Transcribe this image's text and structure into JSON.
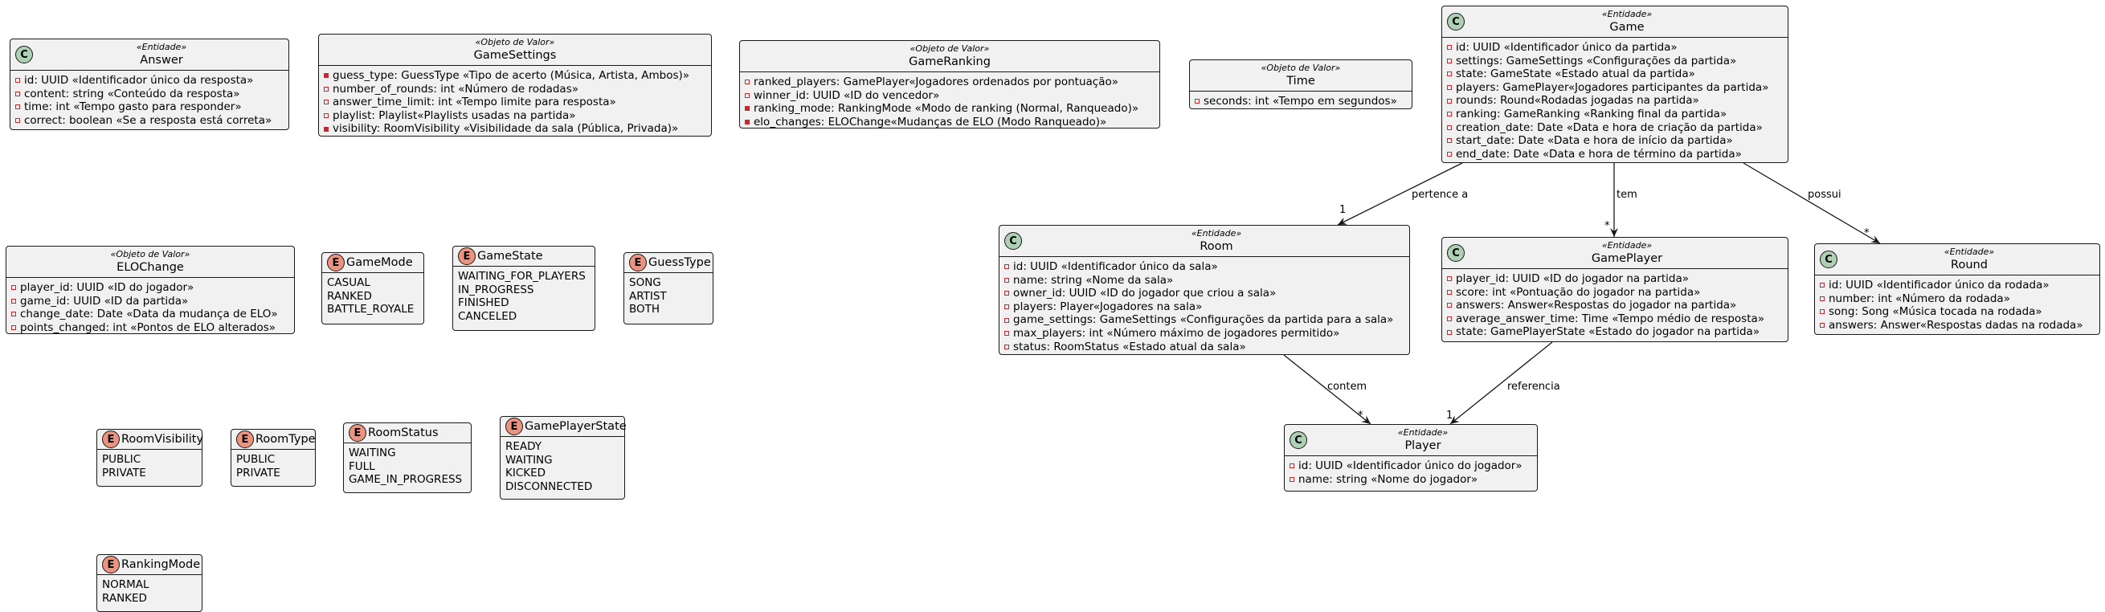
{
  "classes": {
    "answer": {
      "stereotype": "«Entidade»",
      "name": "Answer",
      "fields": [
        "id: UUID «Identificador único da resposta»",
        "content: string «Conteúdo da resposta»",
        "time: int «Tempo gasto para responder»",
        "correct: boolean «Se a resposta está correta»"
      ]
    },
    "game_settings": {
      "stereotype": "«Objeto de Valor»",
      "name": "GameSettings",
      "fields": [
        "guess_type: GuessType «Tipo de acerto (Música, Artista, Ambos)»",
        "number_of_rounds: int «Número de rodadas»",
        "answer_time_limit: int «Tempo limite para resposta»",
        "playlist: Playlist«Playlists usadas na partida»",
        "visibility: RoomVisibility «Visibilidade da sala (Pública, Privada)»"
      ]
    },
    "game_ranking": {
      "stereotype": "«Objeto de Valor»",
      "name": "GameRanking",
      "fields": [
        "ranked_players: GamePlayer«Jogadores ordenados por pontuação»",
        "winner_id: UUID «ID do vencedor»",
        "ranking_mode: RankingMode «Modo de ranking (Normal, Ranqueado)»",
        "elo_changes: ELOChange«Mudanças de ELO (Modo Ranqueado)»"
      ]
    },
    "time": {
      "stereotype": "«Objeto de Valor»",
      "name": "Time",
      "fields": [
        "seconds: int «Tempo em segundos»"
      ]
    },
    "game": {
      "stereotype": "«Entidade»",
      "name": "Game",
      "fields": [
        "id: UUID «Identificador único da partida»",
        "settings: GameSettings «Configurações da partida»",
        "state: GameState «Estado atual da partida»",
        "players: GamePlayer«Jogadores participantes da partida»",
        "rounds: Round«Rodadas jogadas na partida»",
        "ranking: GameRanking «Ranking final da partida»",
        "creation_date: Date «Data e hora de criação da partida»",
        "start_date: Date «Data e hora de início da partida»",
        "end_date: Date «Data e hora de término da partida»"
      ]
    },
    "elo_change": {
      "stereotype": "«Objeto de Valor»",
      "name": "ELOChange",
      "fields": [
        "player_id: UUID «ID do jogador»",
        "game_id: UUID «ID da partida»",
        "change_date: Date «Data da mudança de ELO»",
        "points_changed: int «Pontos de ELO alterados»"
      ]
    },
    "room": {
      "stereotype": "«Entidade»",
      "name": "Room",
      "fields": [
        "id: UUID «Identificador único da sala»",
        "name: string «Nome da sala»",
        "owner_id: UUID «ID do jogador que criou a sala»",
        "players: Player«Jogadores na sala»",
        "game_settings: GameSettings «Configurações da partida para a sala»",
        "max_players: int «Número máximo de jogadores permitido»",
        "status: RoomStatus «Estado atual da sala»"
      ]
    },
    "game_player": {
      "stereotype": "«Entidade»",
      "name": "GamePlayer",
      "fields": [
        "player_id: UUID «ID do jogador na partida»",
        "score: int «Pontuação do jogador na partida»",
        "answers: Answer«Respostas do jogador na partida»",
        "average_answer_time: Time «Tempo médio de resposta»",
        "state: GamePlayerState «Estado do jogador na partida»"
      ]
    },
    "round": {
      "stereotype": "«Entidade»",
      "name": "Round",
      "fields": [
        "id: UUID «Identificador único da rodada»",
        "number: int «Número da rodada»",
        "song: Song «Música tocada na rodada»",
        "answers: Answer«Respostas dadas na rodada»"
      ]
    },
    "player": {
      "stereotype": "«Entidade»",
      "name": "Player",
      "fields": [
        "id: UUID «Identificador único do jogador»",
        "name: string «Nome do jogador»"
      ]
    }
  },
  "enums": {
    "game_mode": {
      "name": "GameMode",
      "values": [
        "CASUAL",
        "RANKED",
        "BATTLE_ROYALE"
      ]
    },
    "game_state": {
      "name": "GameState",
      "values": [
        "WAITING_FOR_PLAYERS",
        "IN_PROGRESS",
        "FINISHED",
        "CANCELED"
      ]
    },
    "guess_type": {
      "name": "GuessType",
      "values": [
        "SONG",
        "ARTIST",
        "BOTH"
      ]
    },
    "room_visibility": {
      "name": "RoomVisibility",
      "values": [
        "PUBLIC",
        "PRIVATE"
      ]
    },
    "room_type": {
      "name": "RoomType",
      "values": [
        "PUBLIC",
        "PRIVATE"
      ]
    },
    "room_status": {
      "name": "RoomStatus",
      "values": [
        "WAITING",
        "FULL",
        "GAME_IN_PROGRESS"
      ]
    },
    "game_player_state": {
      "name": "GamePlayerState",
      "values": [
        "READY",
        "WAITING",
        "KICKED",
        "DISCONNECTED"
      ]
    },
    "ranking_mode": {
      "name": "RankingMode",
      "values": [
        "NORMAL",
        "RANKED"
      ]
    }
  },
  "relations": {
    "pertence_a": {
      "label": "pertence a",
      "multiplicity": "1"
    },
    "tem": {
      "label": "tem",
      "multiplicity": "*"
    },
    "possui": {
      "label": "possui",
      "multiplicity": "*"
    },
    "contem": {
      "label": "contem",
      "multiplicity": "*"
    },
    "referencia": {
      "label": "referencia",
      "multiplicity": "1"
    }
  },
  "glyphs": {
    "class": "C",
    "enum": "E"
  },
  "colors": {
    "class_circle": "#add1b2",
    "enum_circle": "#eb937f",
    "box_fill": "#f1f1f1",
    "private_marker": "#c82930"
  }
}
